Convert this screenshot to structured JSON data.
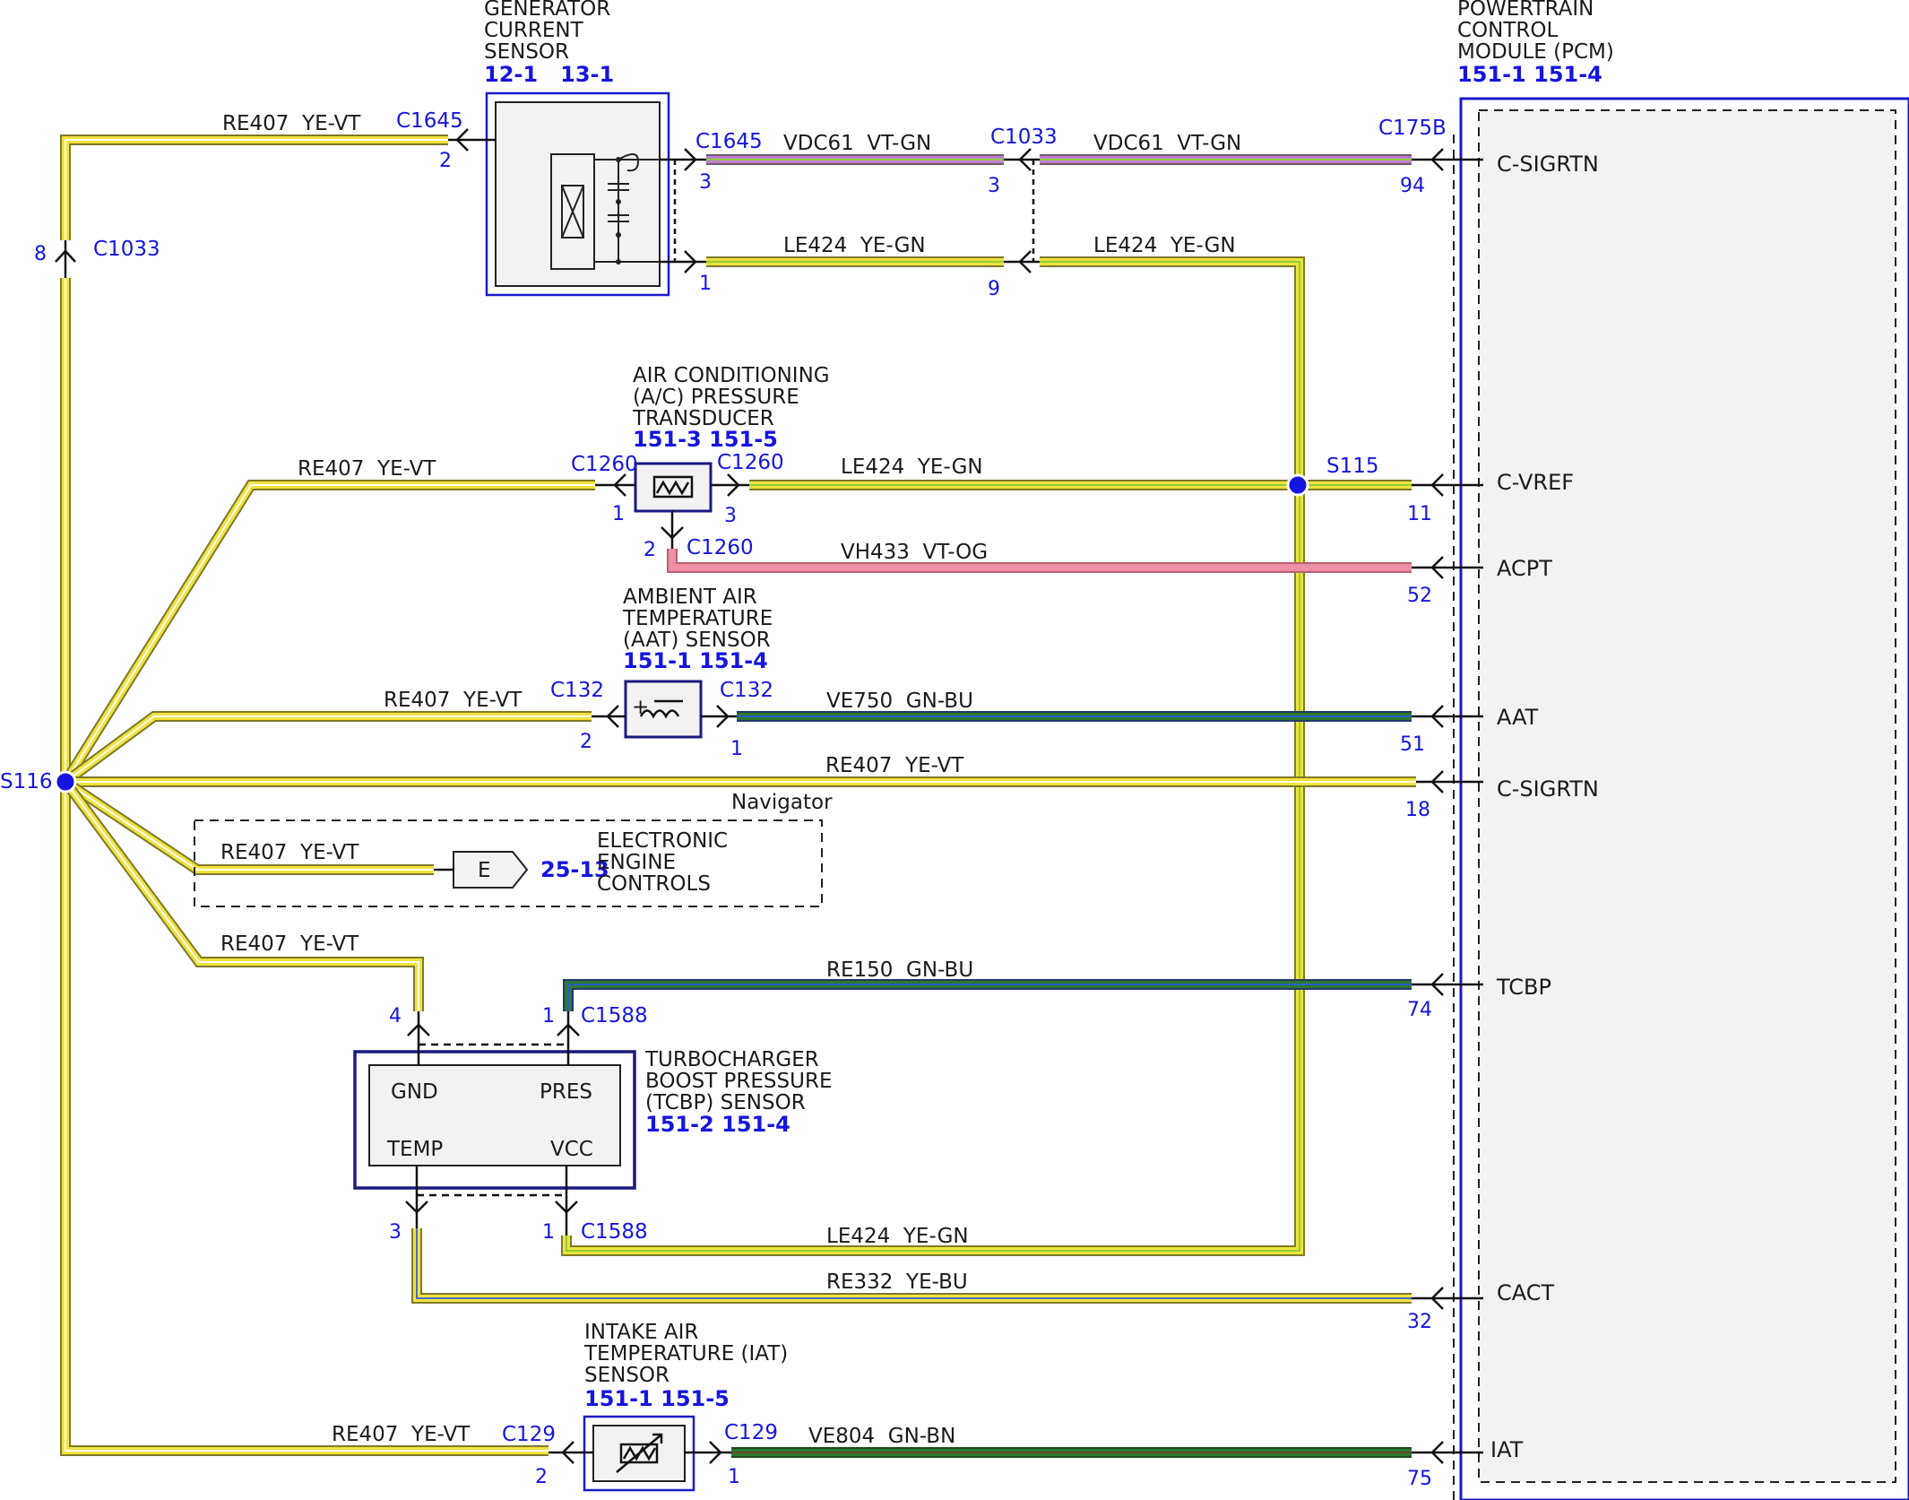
{
  "components": {
    "gen_sensor": {
      "name": [
        "GENERATOR",
        "CURRENT",
        "SENSOR"
      ],
      "refs": "12-1   13-1"
    },
    "pcm": {
      "name": [
        "POWERTRAIN",
        "CONTROL",
        "MODULE (PCM)"
      ],
      "refs": "151-1 151-4"
    },
    "ac_transducer": {
      "name": [
        "AIR CONDITIONING",
        "(A/C) PRESSURE",
        "TRANSDUCER"
      ],
      "refs": "151-3 151-5"
    },
    "aat_sensor": {
      "name": [
        "AMBIENT AIR",
        "TEMPERATURE",
        "(AAT) SENSOR"
      ],
      "refs": "151-1 151-4"
    },
    "tcbp_sensor": {
      "name": [
        "TURBOCHARGER",
        "BOOST PRESSURE",
        "(TCBP) SENSOR"
      ],
      "refs": "151-2 151-4",
      "pins": {
        "gnd": "GND",
        "pres": "PRES",
        "temp": "TEMP",
        "vcc": "VCC"
      }
    },
    "iat_sensor": {
      "name": [
        "INTAKE AIR",
        "TEMPERATURE (IAT)",
        "SENSOR"
      ],
      "refs": "151-1 151-5"
    },
    "eec": {
      "name": [
        "ELECTRONIC",
        "ENGINE",
        "CONTROLS"
      ],
      "ref": "25-13",
      "symbol": "E",
      "variant": "Navigator"
    }
  },
  "circuits": {
    "re407": "RE407  YE-VT",
    "vdc61": "VDC61  VT-GN",
    "le424": "LE424  YE-GN",
    "vh433": "VH433  VT-OG",
    "ve750": "VE750  GN-BU",
    "re150": "RE150  GN-BU",
    "re332": "RE332  YE-BU",
    "ve804": "VE804  GN-BN"
  },
  "connectors": {
    "c1645": "C1645",
    "c1033": "C1033",
    "c175b": "C175B",
    "c1260": "C1260",
    "c132": "C132",
    "c1588": "C1588",
    "c129": "C129",
    "s115": "S115",
    "s116": "S116"
  },
  "pins": {
    "p1": "1",
    "p2": "2",
    "p3": "3",
    "p4": "4",
    "p8": "8",
    "p9": "9",
    "p94": "94",
    "p11": "11",
    "p52": "52",
    "p51": "51",
    "p18": "18",
    "p74": "74",
    "p32": "32",
    "p75": "75"
  },
  "pcm_signals": {
    "csigrtn": "C-SIGRTN",
    "cvref": "C-VREF",
    "acpt": "ACPT",
    "aat": "AAT",
    "tcbp": "TCBP",
    "cact": "CACT",
    "iat": "IAT"
  },
  "colors": {
    "yellow": "#f2e23c",
    "violet": "#c47fd0",
    "green_stripe": "#8bd13b",
    "pink": "#ee8fa6",
    "dark_green": "#2d7a2d",
    "blue": "#2a5bd0",
    "wire_border": "#8a8a3c",
    "box_blue": "#1a1acc",
    "splice_blue": "#1515e0"
  }
}
